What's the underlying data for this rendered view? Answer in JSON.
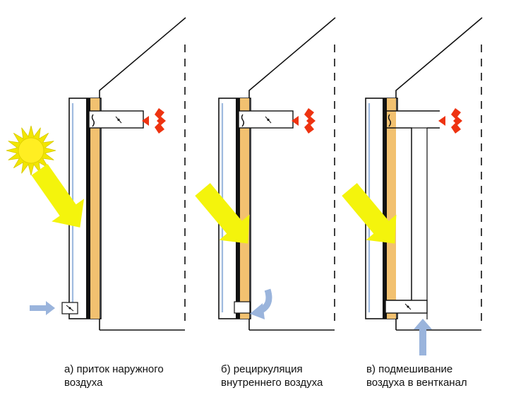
{
  "colors": {
    "sun_fill": "#ffee22",
    "sun_rays": "#f2e600",
    "sunbeam": "#f4f40c",
    "outlet_arrow": "#ee3311",
    "inlet_arrow": "#9ab4dc",
    "absorber": "#f2c170",
    "glass": "#9fbbe0",
    "wall": "#111111"
  },
  "panels": [
    {
      "id": "a",
      "caption_line1": "а) приток наружного",
      "caption_line2": "воздуха"
    },
    {
      "id": "b",
      "caption_line1": "б) рециркуляция",
      "caption_line2": "внутреннего воздуха"
    },
    {
      "id": "c",
      "caption_line1": "в) подмешивание",
      "caption_line2": "воздуха в вентканал"
    }
  ]
}
